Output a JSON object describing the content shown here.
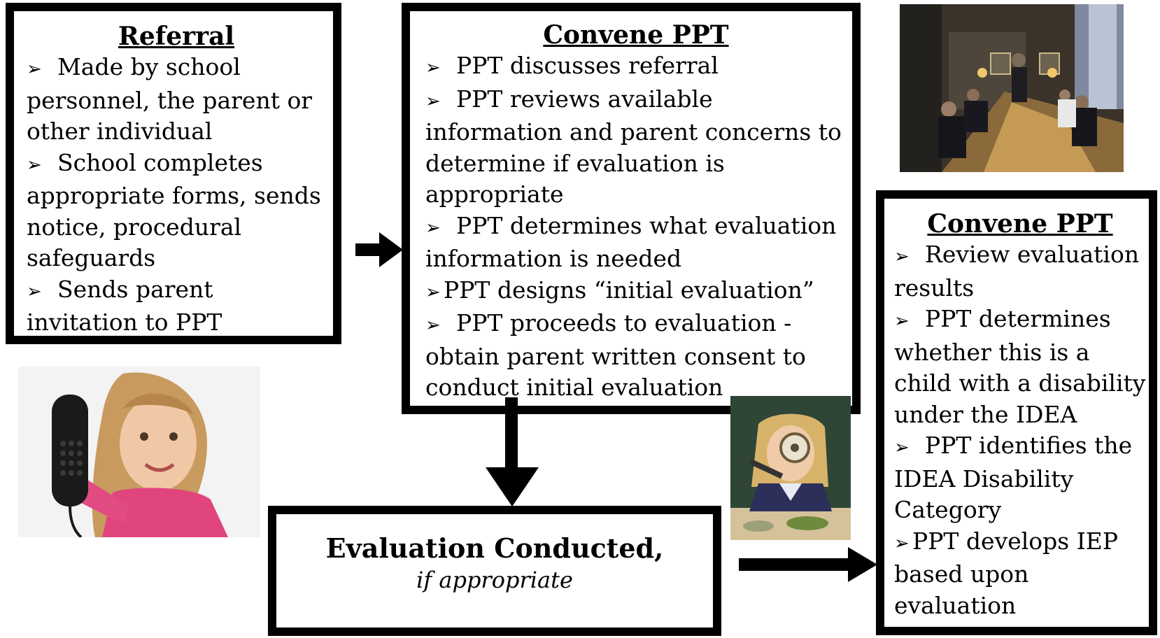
{
  "referral": {
    "title": "Referral",
    "items": [
      "Made by school personnel, the parent or other individual",
      "School completes appropriate forms, sends notice, procedural safeguards",
      "Sends parent invitation to PPT"
    ]
  },
  "convene_first": {
    "title": "Convene PPT",
    "items": [
      "PPT discusses referral",
      "PPT reviews available information and parent concerns to determine if evaluation is appropriate",
      "PPT determines what evaluation information is needed",
      "PPT designs “initial evaluation”",
      "PPT proceeds to evaluation - obtain parent written consent to conduct initial evaluation"
    ]
  },
  "evaluation": {
    "title": "Evaluation Conducted,",
    "subtitle": "if appropriate"
  },
  "convene_second": {
    "title": "Convene PPT",
    "items": [
      "Review evaluation results",
      "PPT determines whether this is a child with a disability under the IDEA",
      "PPT identifies the IDEA Disability Category",
      "PPT develops IEP based upon evaluation"
    ]
  },
  "bullet_glyph": "➢",
  "icons": {
    "meeting_photo": "business-meeting-photo-icon",
    "phone_photo": "girl-holding-phone-photo-icon",
    "magnifier_photo": "girl-with-magnifying-glass-photo-icon"
  }
}
